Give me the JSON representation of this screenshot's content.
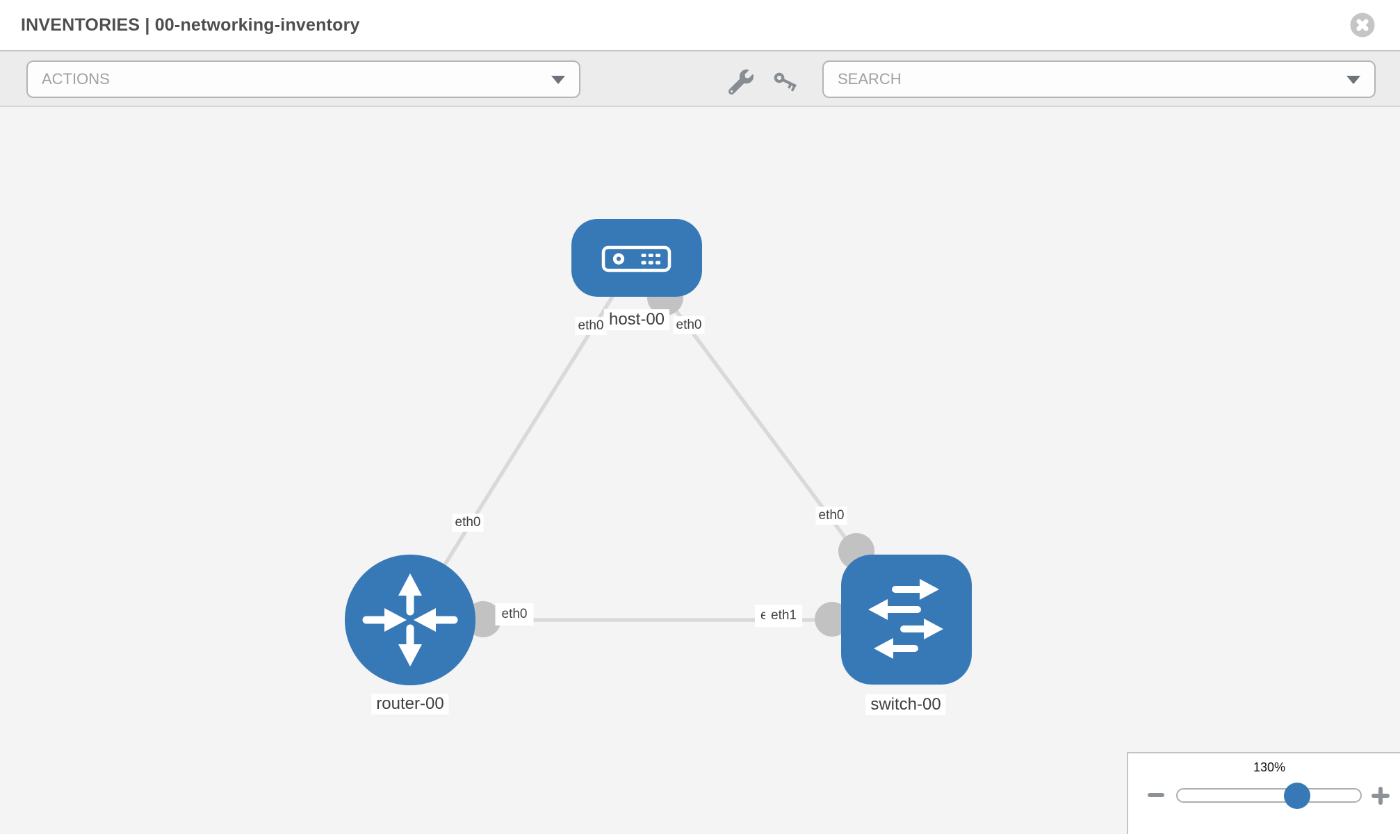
{
  "header": {
    "title": "INVENTORIES | 00-networking-inventory"
  },
  "toolbar": {
    "actions_label": "ACTIONS",
    "search_label": "SEARCH",
    "icons": [
      "wrench-icon",
      "key-icon"
    ]
  },
  "topology": {
    "nodes": [
      {
        "id": "host-00",
        "label": "host-00",
        "type": "host"
      },
      {
        "id": "router-00",
        "label": "router-00",
        "type": "router"
      },
      {
        "id": "switch-00",
        "label": "switch-00",
        "type": "switch"
      }
    ],
    "links": [
      {
        "from": "host-00",
        "to": "router-00"
      },
      {
        "from": "host-00",
        "to": "switch-00"
      },
      {
        "from": "router-00",
        "to": "switch-00"
      }
    ],
    "interface_labels": [
      {
        "text": "eth0",
        "link": "host-00 - router-00",
        "end": "host-00"
      },
      {
        "text": "eth0",
        "link": "host-00 - switch-00",
        "end": "host-00"
      },
      {
        "text": "eth0",
        "link": "host-00 - router-00",
        "end": "router-00"
      },
      {
        "text": "eth0",
        "link": "host-00 - switch-00",
        "end": "switch-00"
      },
      {
        "text": "eth0",
        "link": "router-00 - switch-00",
        "end": "router-00"
      },
      {
        "text": "eth1",
        "link": "router-00 - switch-00",
        "end": "switch-00"
      },
      {
        "text": "eth1",
        "link": "router-00 - switch-00",
        "end": "switch-00"
      }
    ]
  },
  "zoom_control": {
    "value": "130%",
    "minus_icon": "zoom-out-minus",
    "plus_icon": "zoom-in-plus"
  },
  "colors": {
    "node_blue": "#3779b7",
    "canvas_bg": "#f4f4f4",
    "toolbar_bg": "#ececec",
    "link_gray": "#d9d9d9",
    "port_gray": "#c2c2c2",
    "border_gray": "#b5b5b5",
    "icon_gray": "#878d93",
    "title_text": "#4e4e4e",
    "muted_text": "#a0a0a0"
  }
}
